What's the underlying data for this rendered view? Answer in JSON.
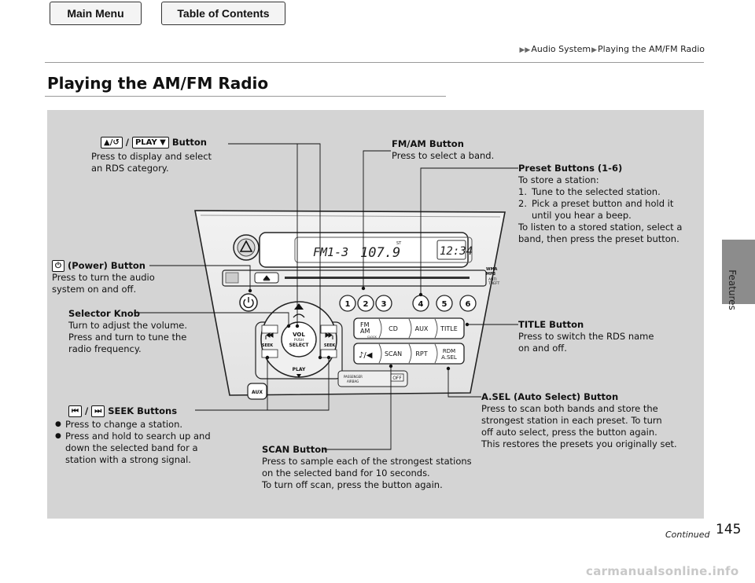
{
  "nav": {
    "main_menu": "Main Menu",
    "toc": "Table of Contents"
  },
  "breadcrumb": {
    "part1": "Audio System",
    "part2": "Playing the AM/FM Radio"
  },
  "page_title": "Playing the AM/FM Radio",
  "side_tab": "Features",
  "callouts": {
    "category_button": {
      "sep": "/",
      "suffix": "Button",
      "desc1": "Press to display and select",
      "desc2": "an RDS category.",
      "icon1": "up-down-return",
      "icon2": "PLAY ▼"
    },
    "fmam": {
      "title": "FM/AM Button",
      "desc": "Press to select a band."
    },
    "preset": {
      "title": "Preset Buttons (1-6)",
      "l1": "To store a station:",
      "s1": "Tune to the selected station.",
      "s2a": "Pick a preset button and hold it",
      "s2b": "until you hear a beep.",
      "l4": "To listen to a stored station, select a",
      "l5": "band, then press the preset button."
    },
    "power": {
      "title": "(Power) Button",
      "desc1": "Press to turn the audio",
      "desc2": "system on and off."
    },
    "selector": {
      "title": "Selector Knob",
      "d1": "Turn to adjust the volume.",
      "d2": "Press and turn to tune the",
      "d3": "radio frequency."
    },
    "titlebtn": {
      "title": "TITLE Button",
      "d1": "Press to switch the RDS name",
      "d2": "on and off."
    },
    "asel": {
      "title": "A.SEL (Auto Select) Button",
      "d1": "Press to scan both bands and store the",
      "d2": "strongest station in each preset. To turn",
      "d3": "off auto select, press the button again.",
      "d4": "This restores the presets you originally set."
    },
    "seek": {
      "sep": "/",
      "title": "SEEK Buttons",
      "b1": "Press to change a station.",
      "b2a": "Press and hold to search up and",
      "b2b": "down the selected band for a",
      "b2c": "station with a strong signal."
    },
    "scan": {
      "title": "SCAN Button",
      "d1": "Press to sample each of the strongest stations",
      "d2": "on the selected band for 10 seconds.",
      "d3": "To turn off scan, press the button again."
    }
  },
  "radio": {
    "display_band": "FM1-3",
    "display_freq": "107.9",
    "display_st": "ST",
    "display_clock": "12:34",
    "wma": "WMA",
    "mp3": "MP3",
    "anti": "ANTI",
    "theft": "THEFT",
    "presets": [
      "1",
      "2",
      "3",
      "4",
      "5",
      "6"
    ],
    "row1": {
      "fmam1": "FM",
      "fmam2": "AM",
      "clock": "CLOCK",
      "cd": "CD",
      "aux": "AUX",
      "title": "TITLE"
    },
    "row2": {
      "scan": "SCAN",
      "rpt": "RPT",
      "rdm": "RDM",
      "asel": "A.SEL"
    },
    "knob": {
      "vol": "VOL",
      "push": "PUSH",
      "select": "SELECT"
    },
    "seek_left": "SEEK",
    "seek_right": "SEEK",
    "play": "PLAY",
    "aux_jack": "AUX",
    "airbag1": "PASSENGER",
    "airbag2": "AIRBAG",
    "airbag_off": "OFF"
  },
  "footer": {
    "continued": "Continued",
    "page": "145"
  },
  "watermark": "carmanualsonline.info"
}
